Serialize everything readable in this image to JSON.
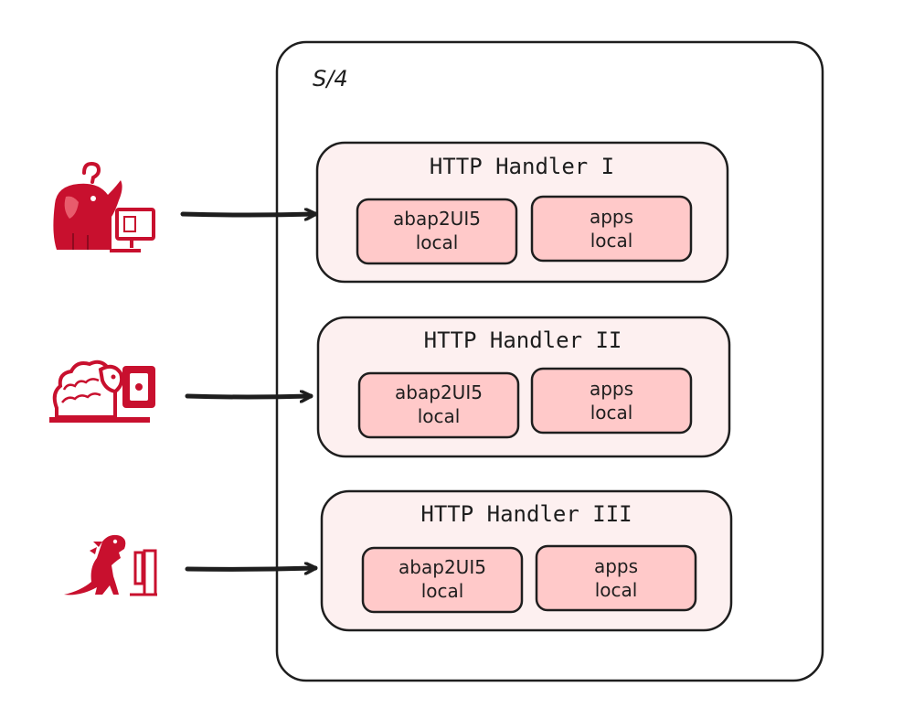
{
  "system": {
    "label": "S/4"
  },
  "handlers": [
    {
      "title": "HTTP Handler I",
      "components": [
        {
          "line1": "abap2UI5",
          "line2": "local"
        },
        {
          "line1": "apps",
          "line2": "local"
        }
      ]
    },
    {
      "title": "HTTP Handler II",
      "components": [
        {
          "line1": "abap2UI5",
          "line2": "local"
        },
        {
          "line1": "apps",
          "line2": "local"
        }
      ]
    },
    {
      "title": "HTTP Handler III",
      "components": [
        {
          "line1": "abap2UI5",
          "line2": "local"
        },
        {
          "line1": "apps",
          "line2": "local"
        }
      ]
    }
  ],
  "clients": [
    {
      "icon": "elephant-at-computer-icon"
    },
    {
      "icon": "sheep-at-computer-icon"
    },
    {
      "icon": "dinosaur-at-computer-icon"
    }
  ],
  "colors": {
    "stroke": "#1e1e1e",
    "handler_fill": "#fdf0f0",
    "component_fill": "#ffc9c9",
    "icon_red": "#c8102e"
  }
}
